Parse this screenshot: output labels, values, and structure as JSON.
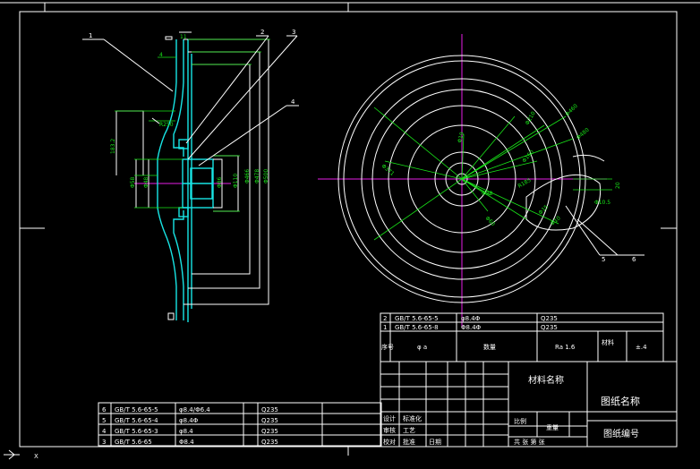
{
  "colors": {
    "background": "#000000",
    "lines": "#ffffff",
    "dimension": "#19e619",
    "part": "#18e6e6",
    "centerline": "#e61ee6"
  },
  "callouts": {
    "c1": "1",
    "c2": "2",
    "c3": "3",
    "c4": "4",
    "c5": "5",
    "c6": "6"
  },
  "section_dims": {
    "d1": "11",
    "d2": "4",
    "d3": "183.2",
    "d4": "R250",
    "d5": "Φ58",
    "d6": "Φ48",
    "d7": "Φ86",
    "d8": "Φ110",
    "d9": "Φ500",
    "d10": "Φ466",
    "d11": "Φ478"
  },
  "plan_dims": {
    "p1": "Φ210",
    "p2": "Φ460",
    "p3": "Φ480",
    "p4": "Φ371",
    "p5": "Φ160",
    "p6": "Φ19",
    "p7": "Φ28",
    "p8": "Φ60",
    "p9": "Φ15",
    "p10": "Φ10.5",
    "p11": "Φ10",
    "p12": "R185",
    "p13": "R73",
    "p14": "R8",
    "p15": "10.6°",
    "p16": "20"
  },
  "bom_top": [
    {
      "no": "2",
      "name": "GB/T 5.6-65-5",
      "desc": "φ8.4Φ",
      "material": "Q235"
    },
    {
      "no": "1",
      "name": "GB/T 5.6-65-8",
      "desc": "Φ8.4Φ",
      "material": "Q235"
    }
  ],
  "bom_header": {
    "no": "序号",
    "name": "φ a",
    "qty": "数量",
    "mat": "材料",
    "tol": "Ra 1.6",
    "note": "±.4"
  },
  "bom_left": [
    {
      "no": "6",
      "name": "GB/T 5.6-65-5",
      "desc": "φ8.4/Φ6.4",
      "material": "Q235"
    },
    {
      "no": "5",
      "name": "GB/T 5.6-65-4",
      "desc": "φ8.4Φ",
      "material": "Q235"
    },
    {
      "no": "4",
      "name": "GB/T 5.6-65-3",
      "desc": "φ8.4",
      "material": "Q235"
    },
    {
      "no": "3",
      "name": "GB/T 5.6-65",
      "desc": "Φ8.4",
      "material": "Q235"
    }
  ],
  "titleblock": {
    "material_name": "材料名称",
    "drawing_name": "图纸名称",
    "drawing_number": "图纸编号",
    "scale_label": "比例",
    "weight_label": "重量",
    "sheet_label": "共 张 第 张",
    "rows": [
      [
        "设计",
        "标准化",
        "",
        "",
        "",
        "",
        ""
      ],
      [
        "审核",
        "工艺",
        "",
        "",
        "",
        "",
        ""
      ],
      [
        "校对",
        "批准",
        "日期",
        "",
        "",
        "",
        ""
      ]
    ]
  }
}
